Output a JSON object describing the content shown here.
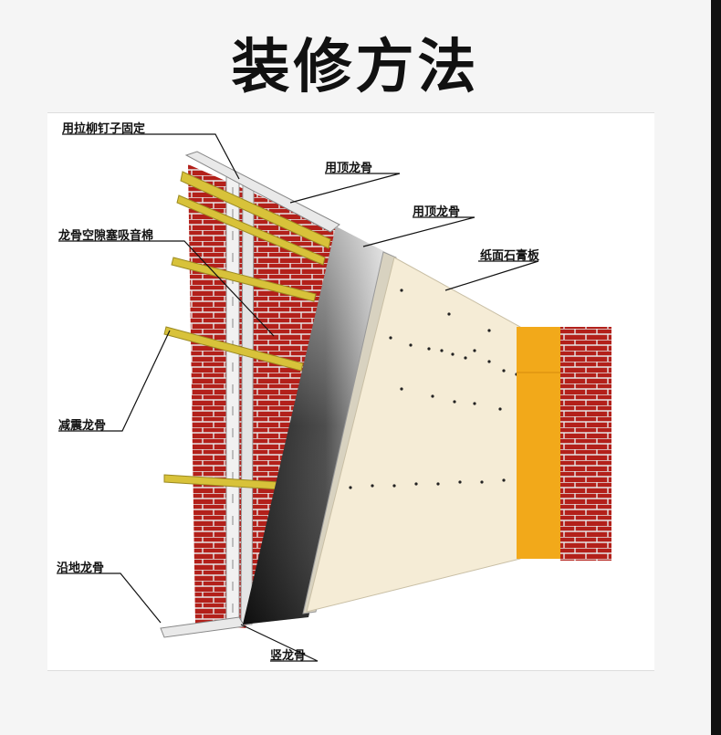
{
  "title": "装修方法",
  "labels": {
    "rivet": "用拉柳钉子固定",
    "top_keel_1": "用顶龙骨",
    "top_keel_2": "用顶龙骨",
    "gypsum": "纸面石膏板",
    "cotton": "龙骨空隙塞吸音棉",
    "damping": "减震龙骨",
    "floor_keel": "沿地龙骨",
    "vertical_keel": "竖龙骨"
  },
  "colors": {
    "brick": "#b3201a",
    "mortar": "#e8e8e8",
    "keel_yellow": "#d8c23a",
    "board": "#f5ecd6",
    "orange_block": "#f2a91a",
    "insulation_dark": "#1a1a1a"
  }
}
